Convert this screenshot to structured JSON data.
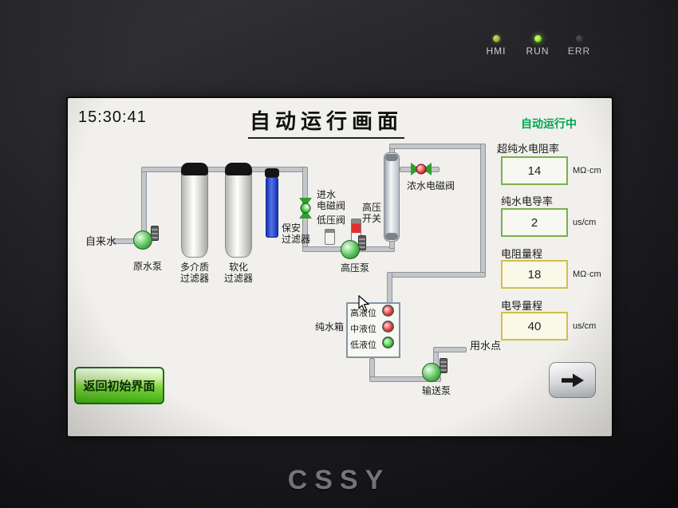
{
  "device": {
    "brand": "CSSY",
    "leds": [
      {
        "label": "HMI",
        "color": "#97a23a",
        "lit": true
      },
      {
        "label": "RUN",
        "color": "#8ef01e",
        "lit": true
      },
      {
        "label": "ERR",
        "color": "#3a3a3e",
        "lit": false
      }
    ]
  },
  "header": {
    "time": "15:30:41",
    "title": "自动运行画面",
    "status": "自动运行中"
  },
  "readings": [
    {
      "label": "超纯水电阻率",
      "value": "14",
      "unit": "MΩ·cm"
    },
    {
      "label": "纯水电导率",
      "value": "2",
      "unit": "us/cm"
    },
    {
      "label": "电阻量程",
      "value": "18",
      "unit": "MΩ·cm"
    },
    {
      "label": "电导量程",
      "value": "40",
      "unit": "us/cm"
    }
  ],
  "diagram": {
    "tap_water": "自来水",
    "raw_pump": "原水泵",
    "media_filter": {
      "line1": "多介质",
      "line2": "过滤器"
    },
    "soft_filter": {
      "line1": "软化",
      "line2": "过滤器"
    },
    "security_filter": {
      "line1": "保安",
      "line2": "过滤器"
    },
    "inlet_valve": {
      "line1": "进水",
      "line2": "电磁阀"
    },
    "low_pressure_valve": "低压阀",
    "high_pressure_switch": {
      "line1": "高压",
      "line2": "开关"
    },
    "high_pressure_pump": "高压泵",
    "concentrate_valve": "浓水电磁阀",
    "pure_tank": "纯水箱",
    "levels": [
      {
        "label": "高液位",
        "state": "red"
      },
      {
        "label": "中液位",
        "state": "red"
      },
      {
        "label": "低液位",
        "state": "green"
      }
    ],
    "use_point": "用水点",
    "transfer_pump": "输送泵"
  },
  "buttons": {
    "back": "返回初始界面"
  },
  "colors": {
    "status_green": "#00a550",
    "reading_border_green": "#7ab04a",
    "reading_border_yellow": "#cfc04a",
    "pipe_gray": "#c3c7cb",
    "security_filter_blue": "#1734ae",
    "button_green": "#46b515"
  }
}
